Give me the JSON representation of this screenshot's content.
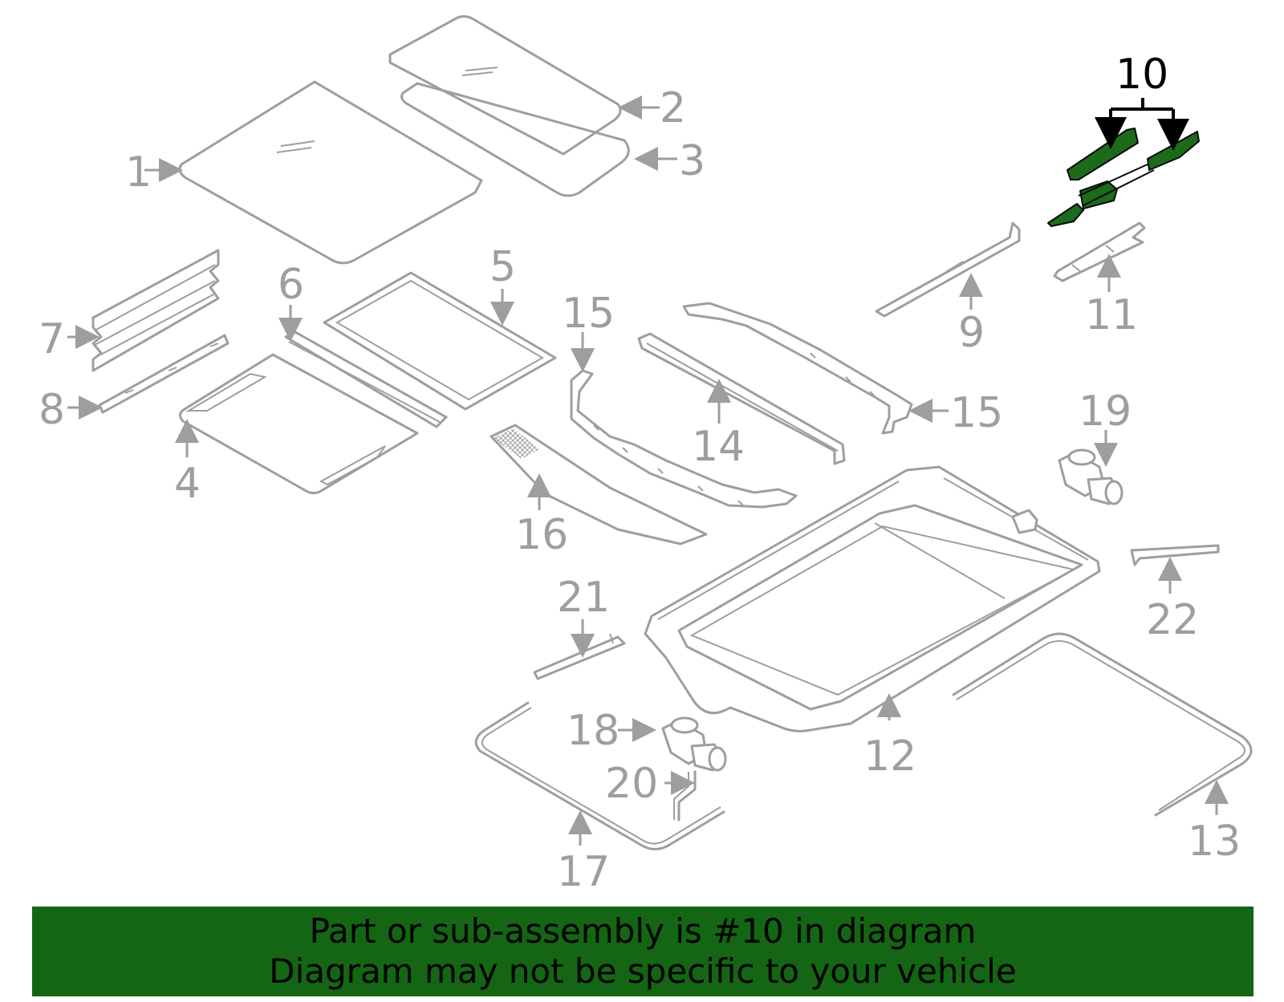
{
  "colors": {
    "line": "#9e9e9e",
    "highlight_fill": "#1b6b1b",
    "highlight_label": "#000000",
    "banner_bg": "#146514",
    "banner_text": "#000000"
  },
  "callouts": {
    "c1": "1",
    "c2": "2",
    "c3": "3",
    "c4": "4",
    "c5": "5",
    "c6": "6",
    "c7": "7",
    "c8": "8",
    "c9": "9",
    "c10": "10",
    "c11": "11",
    "c12": "12",
    "c13": "13",
    "c14": "14",
    "c15a": "15",
    "c15b": "15",
    "c16": "16",
    "c17": "17",
    "c18": "18",
    "c19": "19",
    "c20": "20",
    "c21": "21",
    "c22": "22"
  },
  "banner": {
    "line1": "Part or sub-assembly is #10 in diagram",
    "line2": "Diagram may not be specific to your vehicle"
  }
}
